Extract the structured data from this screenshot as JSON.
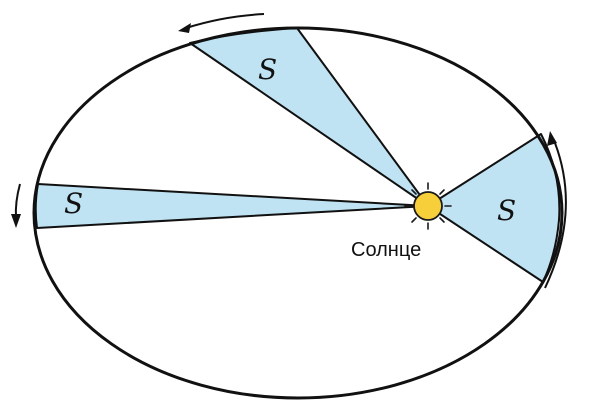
{
  "diagram": {
    "sectors": [
      {
        "id": "top",
        "label": "S"
      },
      {
        "id": "left",
        "label": "S"
      },
      {
        "id": "right",
        "label": "S"
      }
    ],
    "sun": {
      "label": "Солнце"
    },
    "colors": {
      "sector_fill": "#bfe3f3",
      "orbit_stroke": "#111111",
      "sun_fill": "#f6cf3a",
      "sun_stroke": "#1a1a1a"
    }
  }
}
